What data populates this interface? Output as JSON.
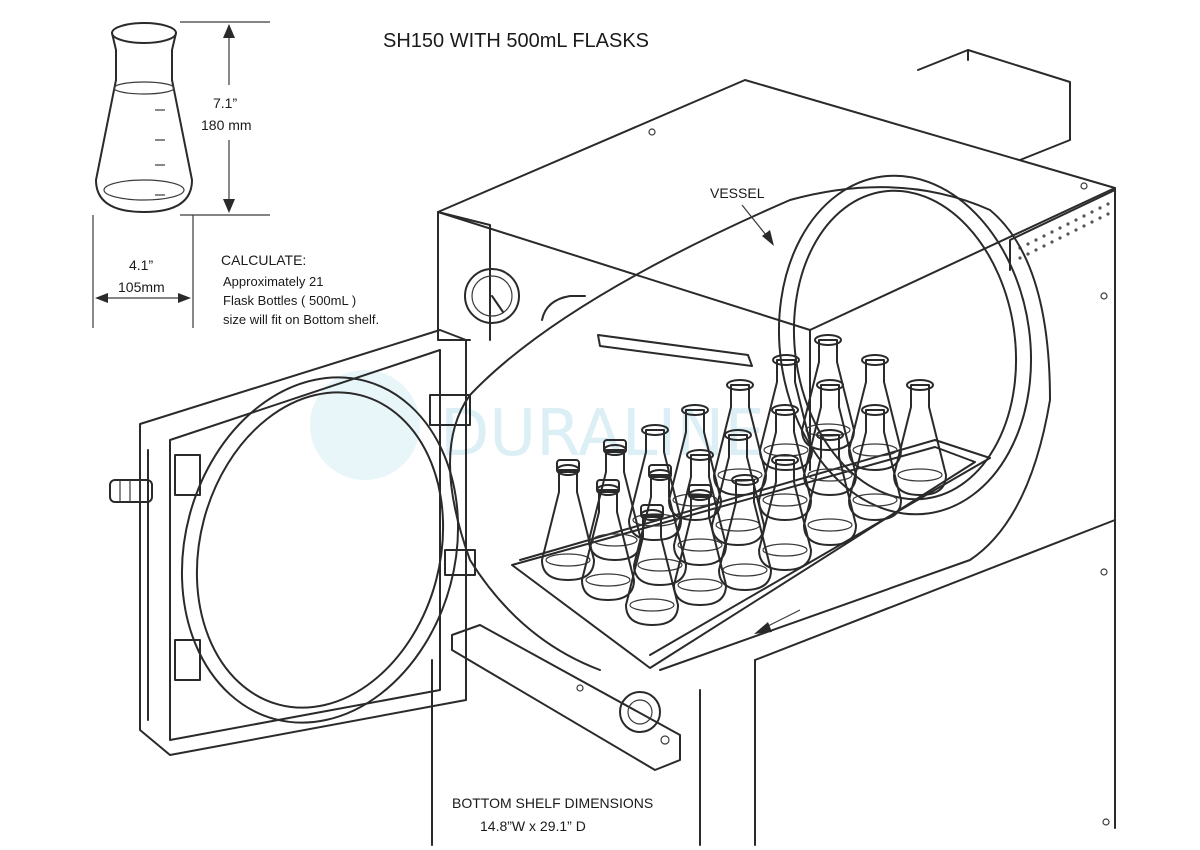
{
  "title": "SH150 WITH 500mL  FLASKS",
  "flask_dims": {
    "height_in": "7.1”",
    "height_mm": "180 mm",
    "width_in": "4.1”",
    "width_mm": "105mm"
  },
  "calculate": {
    "heading": "CALCULATE:",
    "line1": "Approximately  21",
    "line2": "Flask Bottles ( 500mL )",
    "line3": "size will fit on Bottom shelf."
  },
  "vessel_label": "VESSEL",
  "shelf": {
    "title": "BOTTOM SHELF DIMENSIONS",
    "dims": "14.8”W x 29.1” D"
  },
  "flask_count": 21,
  "watermark": "DURALINE",
  "colors": {
    "line": "#2a2a2a",
    "watermark": "#bfe3ee",
    "background": "#ffffff"
  }
}
